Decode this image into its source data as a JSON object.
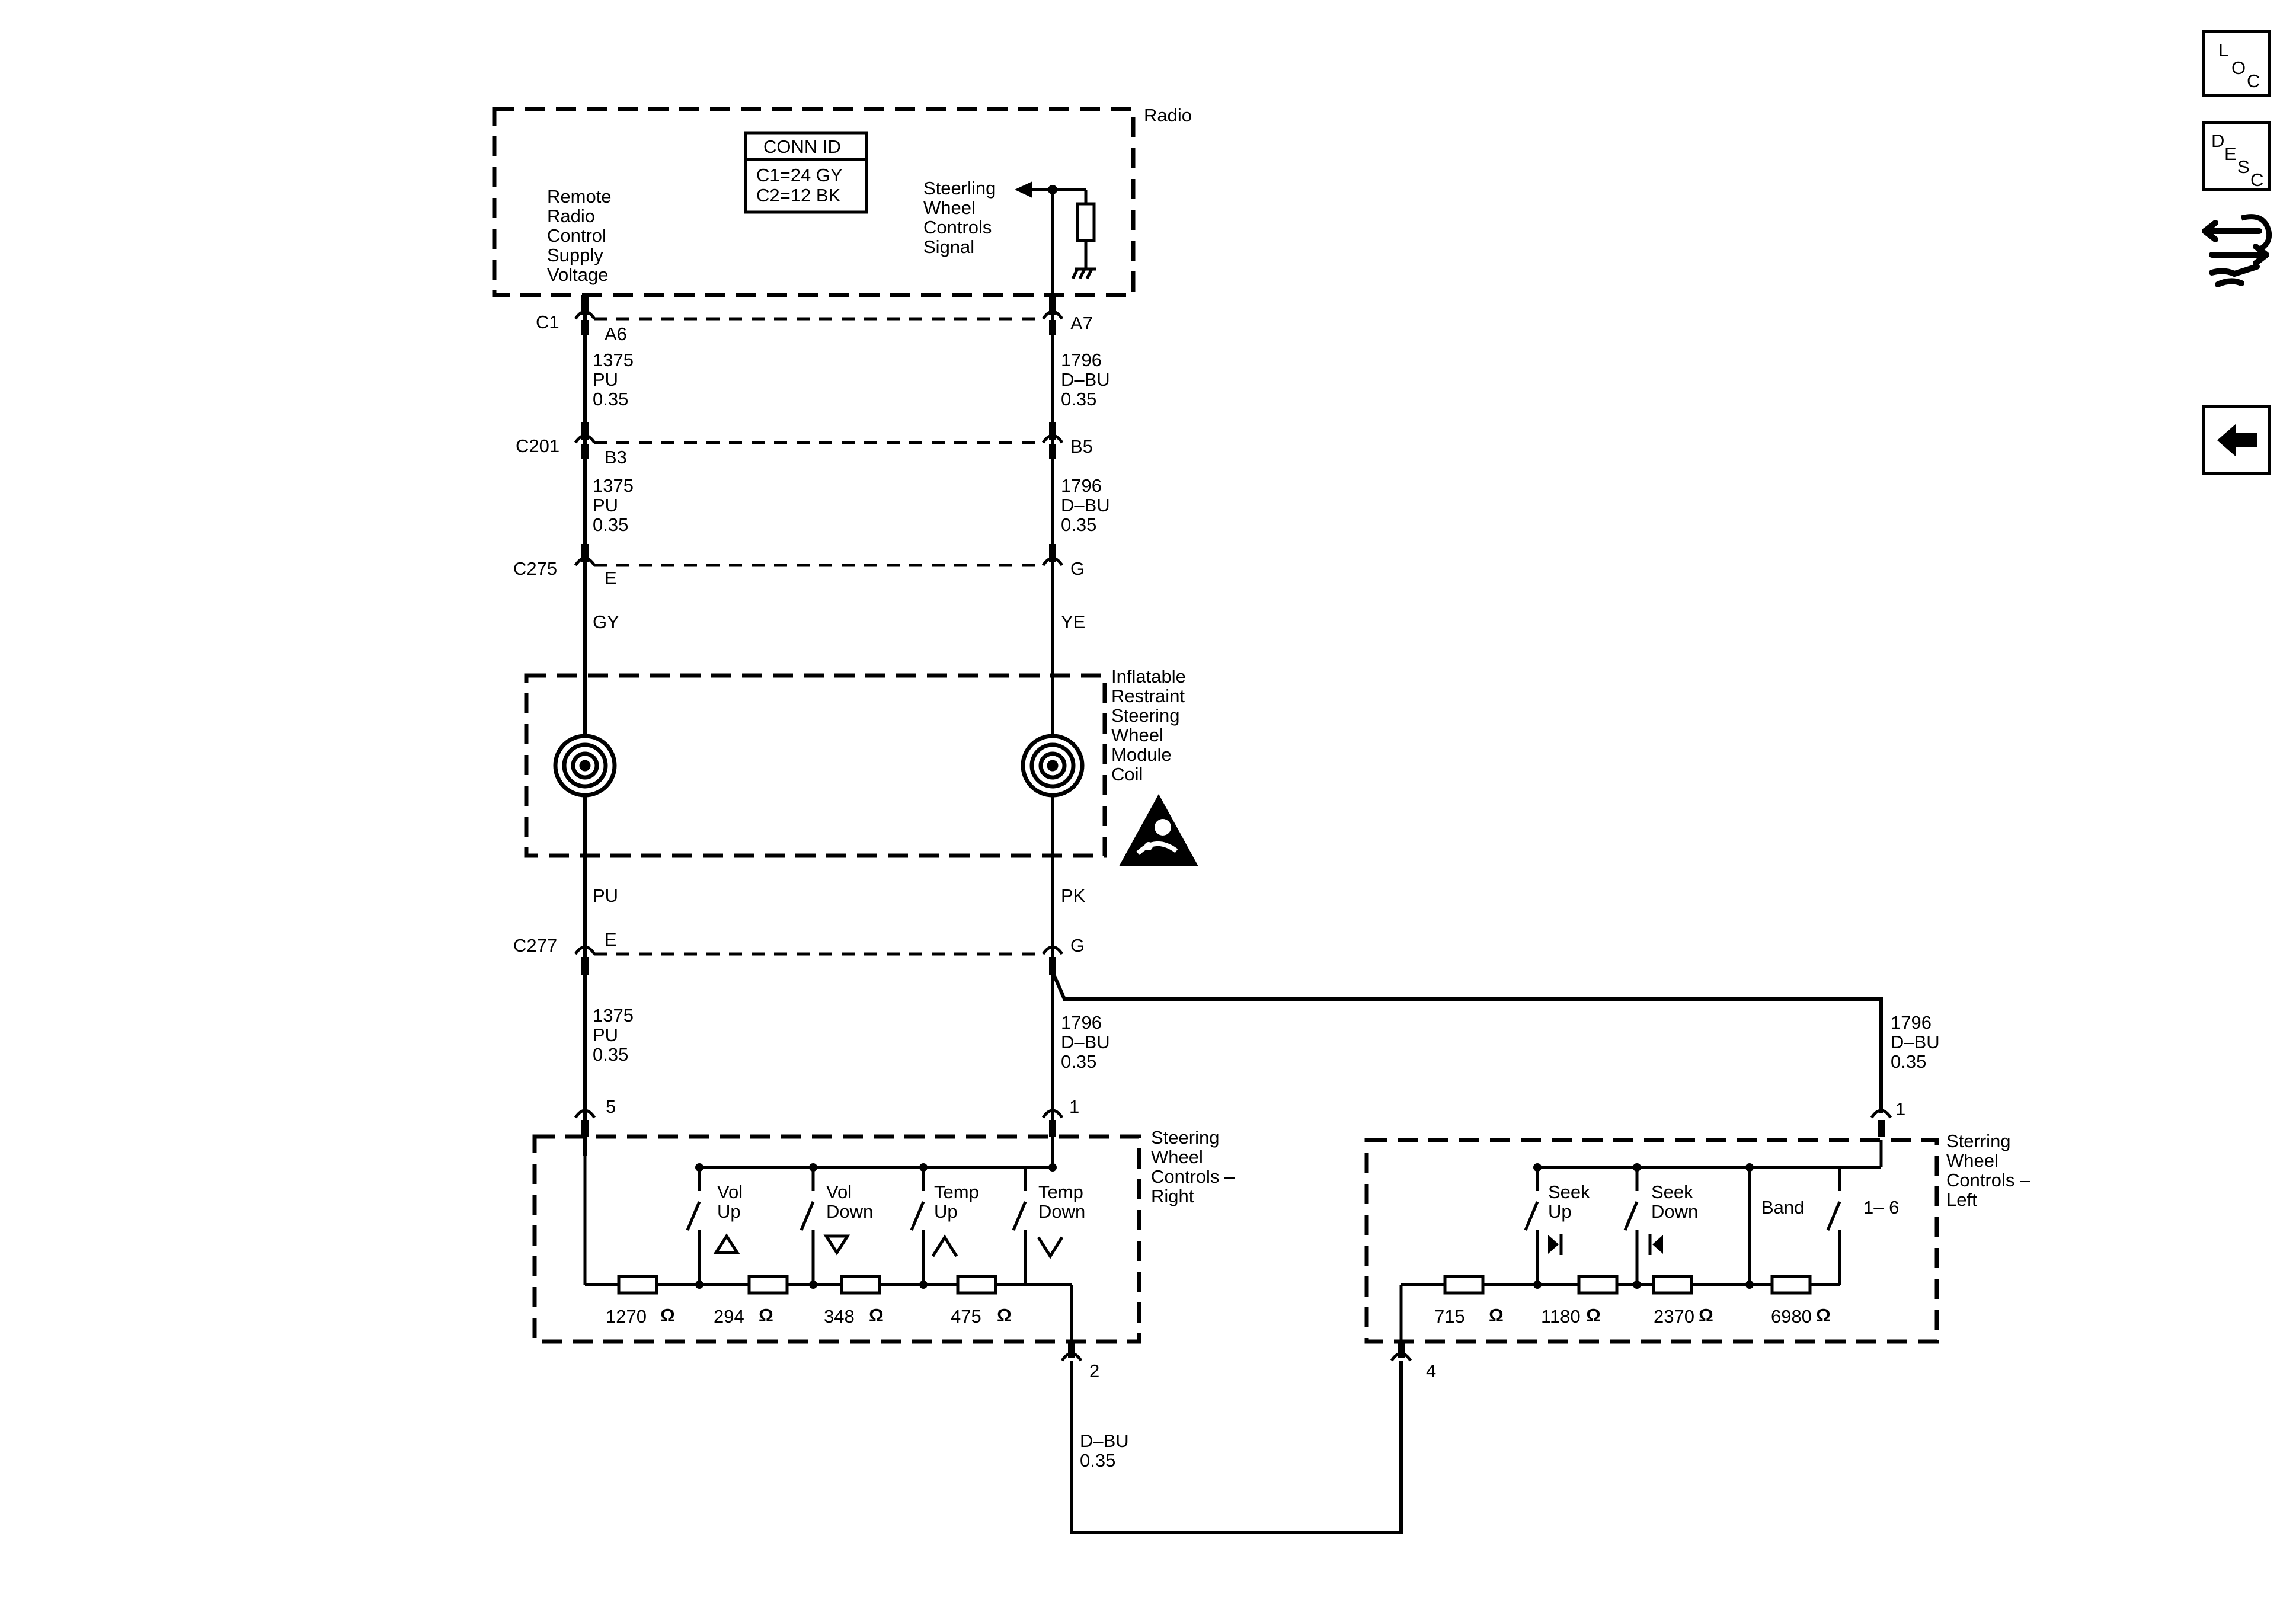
{
  "nav": {
    "loc": [
      "L",
      "O",
      "C"
    ],
    "desc": [
      "D",
      "E",
      "S",
      "C"
    ]
  },
  "radio": {
    "label": "Radio",
    "conn_id": {
      "title": "CONN ID",
      "c1": "C1=24 GY",
      "c2": "C2=12 BK"
    },
    "left_text": [
      "Remote",
      "Radio",
      "Control",
      "Supply",
      "Voltage"
    ],
    "right_text": [
      "Steerling",
      "Wheel",
      "Controls",
      "Signal"
    ]
  },
  "connectors": {
    "c1": {
      "name": "C1",
      "left": "A6",
      "right": "A7"
    },
    "c201": {
      "name": "C201",
      "left": "B3",
      "right": "B5"
    },
    "c275": {
      "name": "C275",
      "left": "E",
      "right": "G"
    },
    "c277": {
      "name": "C277",
      "left": "E",
      "right": "G"
    },
    "pin5": "5",
    "pin1_right": "1",
    "pin1_left": "1",
    "pin2": "2",
    "pin4": "4"
  },
  "wires": {
    "w_a6_b3": [
      "1375",
      "PU",
      "0.35"
    ],
    "w_a7_b5": [
      "1796",
      "D–BU",
      "0.35"
    ],
    "w_b3_e": [
      "1375",
      "PU",
      "0.35"
    ],
    "w_b5_g": [
      "1796",
      "D–BU",
      "0.35"
    ],
    "gy": "GY",
    "ye": "YE",
    "pu": "PU",
    "pk": "PK",
    "w_e_5": [
      "1375",
      "PU",
      "0.35"
    ],
    "w_g_1": [
      "1796",
      "D–BU",
      "0.35"
    ],
    "w_left_1": [
      "1796",
      "D–BU",
      "0.35"
    ],
    "w_2_4": [
      "D–BU",
      "0.35"
    ]
  },
  "coil": {
    "label": [
      "Inflatable",
      "Restraint",
      "Steering",
      "Wheel",
      "Module",
      "Coil"
    ]
  },
  "swc_right": {
    "label": [
      "Steering",
      "Wheel",
      "Controls –",
      "Right"
    ],
    "switches": [
      {
        "lines": [
          "Vol",
          "Up"
        ]
      },
      {
        "lines": [
          "Vol",
          "Down"
        ]
      },
      {
        "lines": [
          "Temp",
          "Up"
        ]
      },
      {
        "lines": [
          "Temp",
          "Down"
        ]
      }
    ],
    "resistors": [
      "1270",
      "294",
      "348",
      "475"
    ],
    "ohm": "Ω"
  },
  "swc_left": {
    "label": [
      "Sterring",
      "Wheel",
      "Controls –",
      "Left"
    ],
    "switches": [
      {
        "lines": [
          "Seek",
          "Up"
        ]
      },
      {
        "lines": [
          "Seek",
          "Down"
        ]
      },
      {
        "lines": [
          "Band"
        ]
      },
      {
        "lines": [
          "1– 6"
        ]
      }
    ],
    "resistors": [
      "715",
      "1180",
      "2370",
      "6980"
    ],
    "ohm": "Ω"
  }
}
